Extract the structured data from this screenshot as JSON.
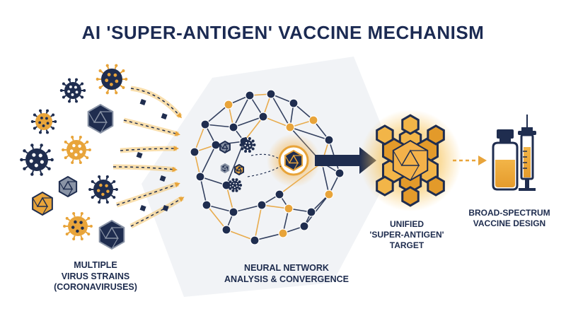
{
  "title": "AI 'SUPER-ANTIGEN' VACCINE MECHANISM",
  "labels": {
    "strains": [
      "MULTIPLE",
      "VIRUS STRAINS",
      "(CORONAVIRUSES)"
    ],
    "neural": [
      "NEURAL NETWORK",
      "ANALYSIS & CONVERGENCE"
    ],
    "target": [
      "UNIFIED",
      "'SUPER-ANTIGEN'",
      "TARGET"
    ],
    "vaccine": [
      "BROAD-SPECTRUM",
      "VACCINE DESIGN"
    ]
  },
  "colors": {
    "navy": "#1f2d4f",
    "gold": "#e8a43a",
    "light_gold": "#f4c46a",
    "grey": "#8a94a6",
    "bg_shape": "#eef0f4"
  },
  "icons": {
    "virus": "virus-icon",
    "polyhedron": "icosahedron-icon",
    "network": "neural-network-icon",
    "antigen": "super-antigen-cluster-icon",
    "vial": "vaccine-vial-icon",
    "syringe": "syringe-icon"
  }
}
